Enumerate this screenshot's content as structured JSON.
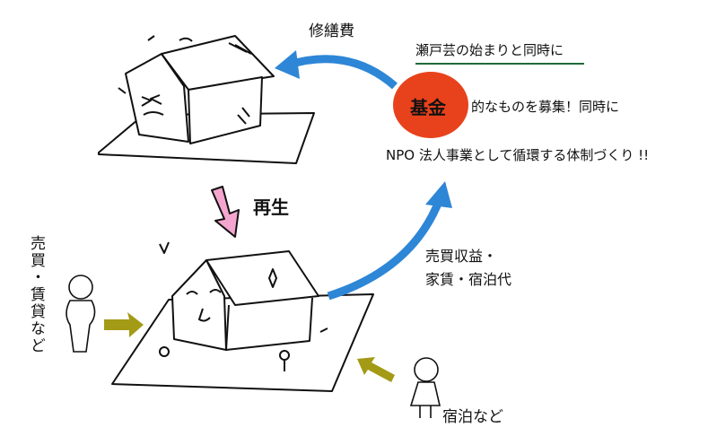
{
  "labels": {
    "repair_cost": "修繕費",
    "setogei_start": "瀬戸芸の始まりと同時に",
    "fund": "基金",
    "fund_suffix": "的なものを募集！同時に",
    "npo_line": "NPO 法人事業として循環する体制づくり !!",
    "regeneration": "再生",
    "revenue_line1": "売買収益・",
    "revenue_line2": "家賃・宿泊代",
    "sale_rent": "売買・賃貸など",
    "lodging": "宿泊など"
  },
  "colors": {
    "blue_arrow": "#2e86d6",
    "fund_circle": "#e8421c",
    "underline": "#1f6b3a",
    "pink_arrow": "#f4a6cf",
    "olive_arrow": "#a39a16"
  }
}
